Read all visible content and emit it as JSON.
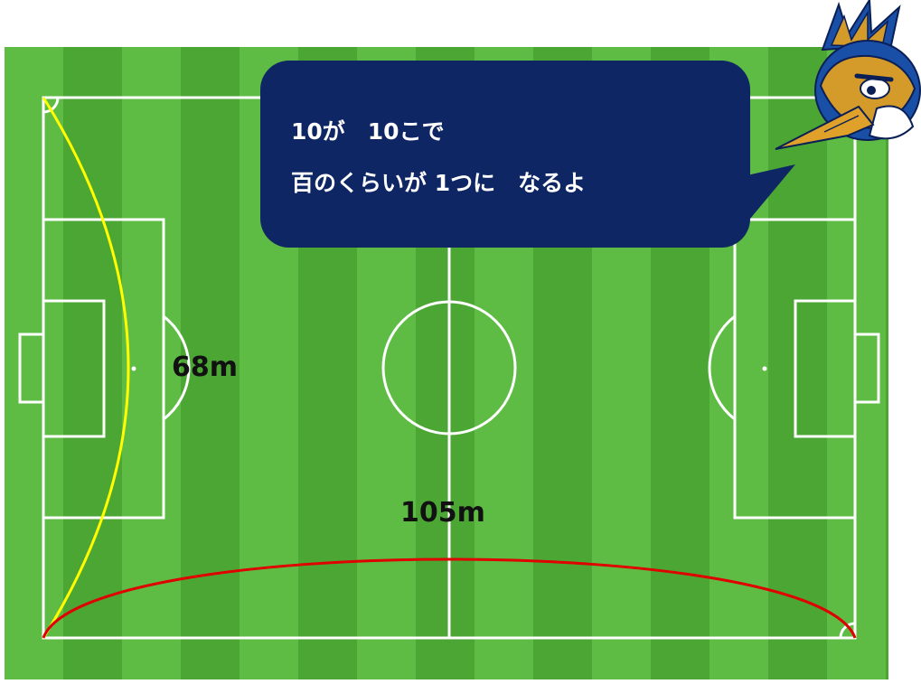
{
  "pitch": {
    "grass_light": "#5ebc44",
    "grass_dark": "#4ca634",
    "line_color": "#ffffff"
  },
  "measurements": {
    "width_label": "68m",
    "width_arc_color": "#ffff00",
    "length_label": "105m",
    "length_arc_color": "#e00000"
  },
  "speech_bubble": {
    "line1": "10が　10こで",
    "line2": "百のくらいが 1つに　なるよ",
    "background": "#0e2663",
    "text_color": "#ffffff"
  },
  "mascot": {
    "icon": "bird-mascot-icon"
  }
}
